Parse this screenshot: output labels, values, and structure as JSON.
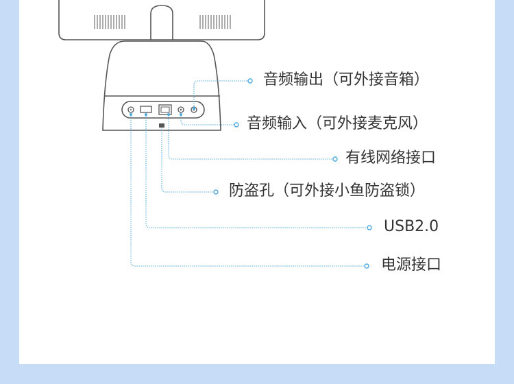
{
  "colors": {
    "page_background": "#c7dcf7",
    "card_background": "#ffffff",
    "device_outline": "#555555",
    "leader_line": "#4aa8e0",
    "label_text": "#333333"
  },
  "ports": [
    {
      "id": "audio-out",
      "label": "音频输出（可外接音箱）",
      "icon": "audio-jack-icon"
    },
    {
      "id": "audio-in",
      "label": "音频输入（可外接麦克风）",
      "icon": "audio-jack-icon"
    },
    {
      "id": "ethernet",
      "label": "有线网络接口",
      "icon": "ethernet-port-icon"
    },
    {
      "id": "lock",
      "label": "防盗孔（可外接小鱼防盗锁）",
      "icon": "lock-slot-icon"
    },
    {
      "id": "usb",
      "label": "USB2.0",
      "icon": "usb-port-icon"
    },
    {
      "id": "power",
      "label": "电源接口",
      "icon": "power-port-icon"
    }
  ]
}
